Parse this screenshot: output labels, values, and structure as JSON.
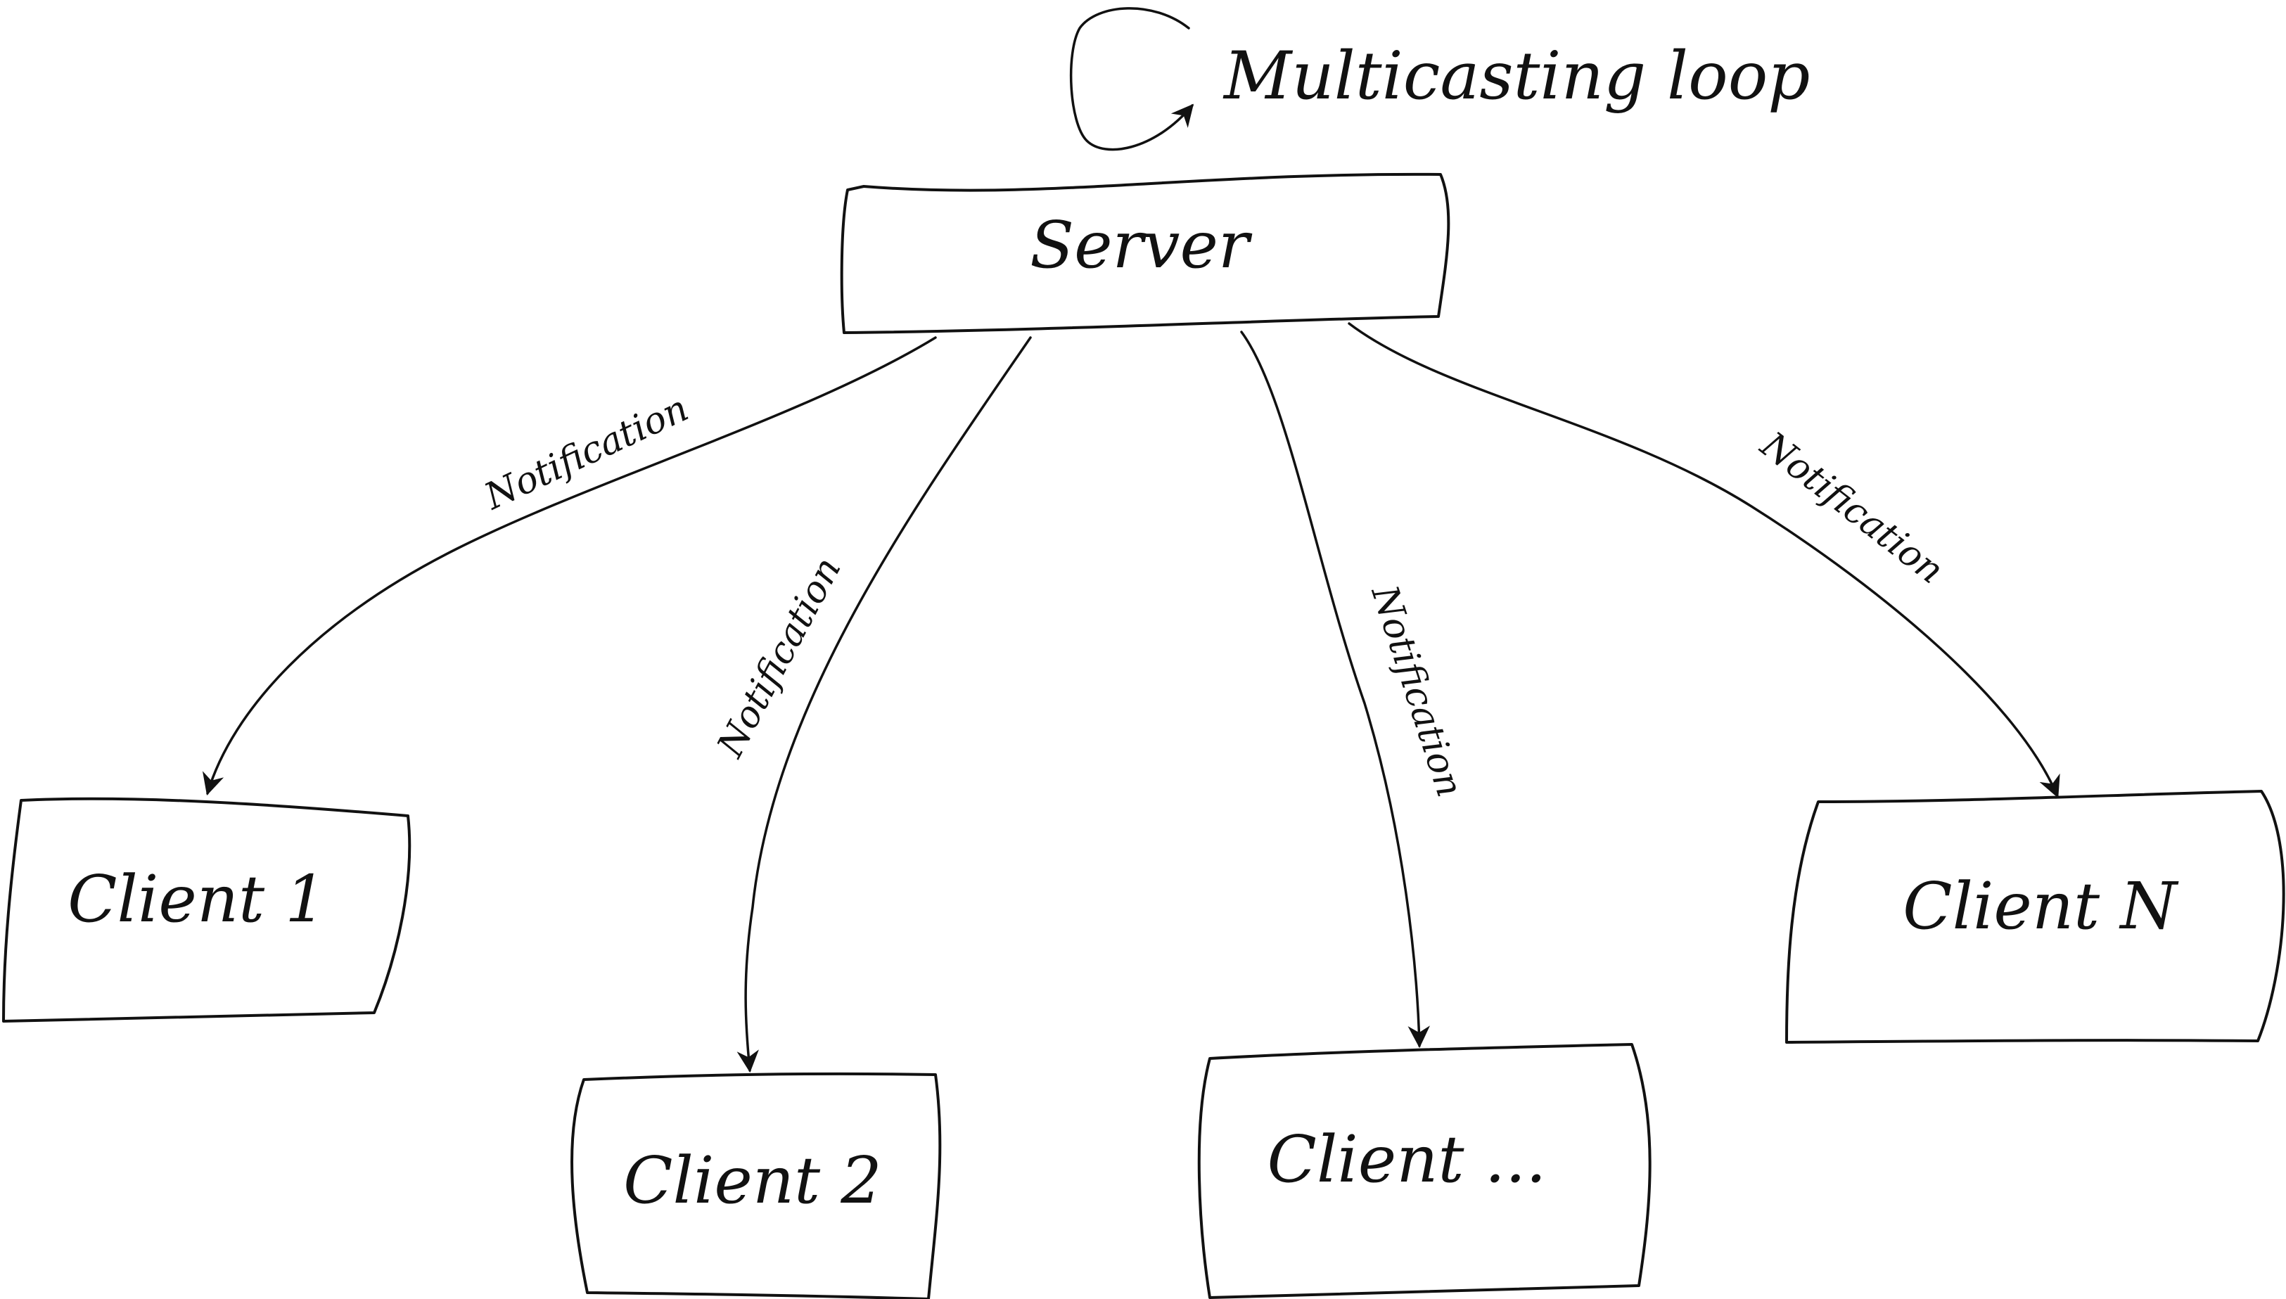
{
  "title": "Multicasting loop",
  "nodes": {
    "server": "Server",
    "client_1": "Client 1",
    "client_2": "Client 2",
    "client_ellipsis": "Client ...",
    "client_n": "Client N"
  },
  "edges": [
    {
      "from": "Server",
      "to": "Client 1",
      "label": "Notification"
    },
    {
      "from": "Server",
      "to": "Client 2",
      "label": "Notification"
    },
    {
      "from": "Server",
      "to": "Client ...",
      "label": "Notification"
    },
    {
      "from": "Server",
      "to": "Client N",
      "label": "Notification"
    }
  ],
  "colors": {
    "stroke": "#111111",
    "background": "#ffffff"
  },
  "icons": {
    "loop": "loop-arrow-icon"
  }
}
